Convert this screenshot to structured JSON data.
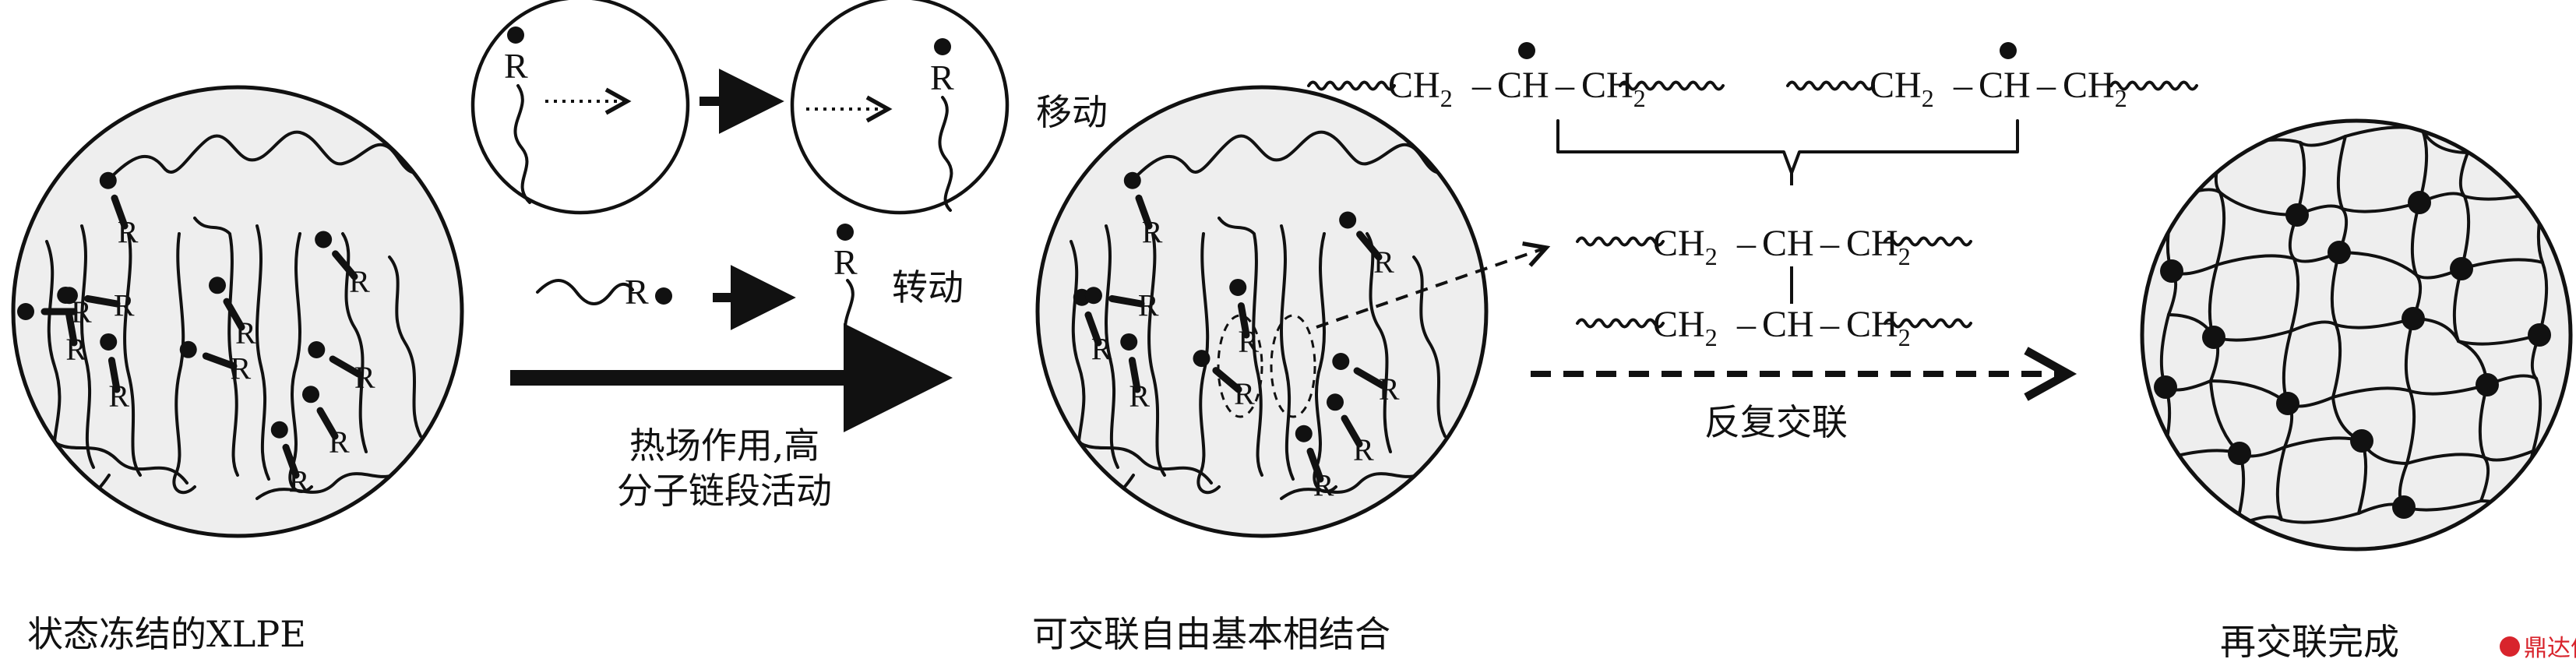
{
  "labels": {
    "initial_state": "状态冻结的XLPE",
    "heat_action_line1": "热场作用,高",
    "heat_action_line2": "分子链段活动",
    "move": "移动",
    "rotate": "转动",
    "repeat_crosslink": "反复交联",
    "radicals_combine": "可交联自由基本相结合",
    "recrosslink_done": "再交联完成"
  },
  "radical_symbol": "R",
  "chemistry": {
    "ch2": "CH",
    "ch": "CH",
    "subscript_2": "2",
    "bond": "–"
  },
  "watermark": "鼎达信",
  "colors": {
    "ink": "#111111",
    "disk_fill": "#eeeeee",
    "background": "#ffffff"
  }
}
